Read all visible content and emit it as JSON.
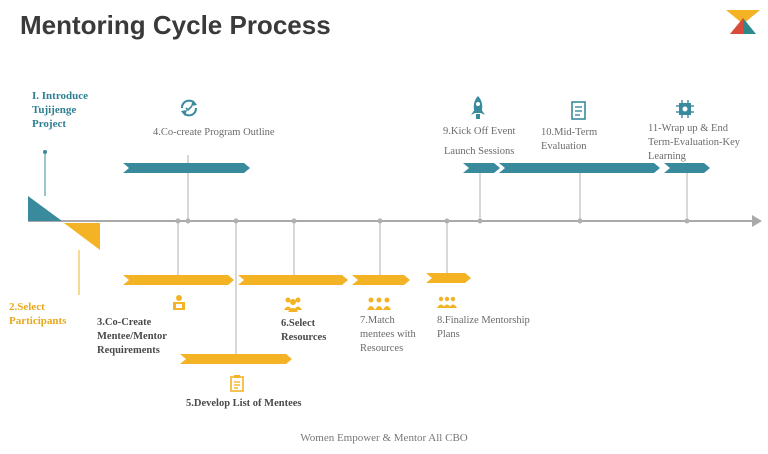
{
  "title": "Mentoring Cycle Process",
  "colors": {
    "blue": "#3a8a9d",
    "gold": "#f3b324",
    "axis": "#a9a9a9",
    "title": "#3a3a3a"
  },
  "steps": {
    "s1": "I. Introduce\nTujijenge\nProject",
    "s2": "2.Select\nParticipants",
    "s3": "3.Co-Create\nMentee/Mentor\nRequirements",
    "s4": "4.Co-create  Program Outline",
    "s5": "5.Develop List of Mentees",
    "s6": "6.Select\nResources",
    "s7": "7.Match\nmentees with\nResources",
    "s8": "8.Finalize Mentorship\nPlans",
    "s9a": "9.Kick Off Event",
    "s9b": "Launch Sessions",
    "s10": "10.Mid-Term\nEvaluation",
    "s11": "11-Wrap  up & End\nTerm-Evaluation-Key\nLearning"
  },
  "icons": [
    "refresh-icon",
    "rocket-icon",
    "document-icon",
    "gear-chip-icon",
    "people-icon",
    "list-icon"
  ],
  "footer": "Women Empower & Mentor All CBO"
}
